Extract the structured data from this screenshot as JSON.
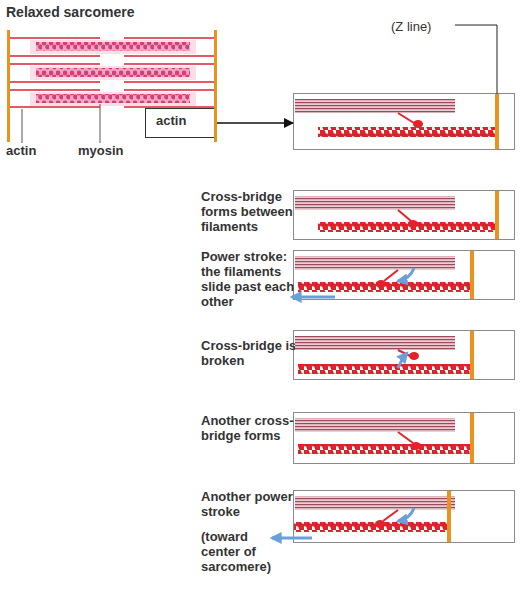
{
  "diagram": {
    "title": "Relaxed sarcomere",
    "nodes": [
      {
        "text": [
          "actin"
        ]
      },
      {
        "text": [
          "(Z line)"
        ]
      },
      {
        "text": [
          "Cross-bridge forms between filaments"
        ]
      },
      {
        "text": [
          "Power stroke: the filaments slide past each other"
        ]
      },
      {
        "text": [
          "Cross-bridge is broken"
        ]
      },
      {
        "text": [
          "Another cross-bridge forms"
        ]
      },
      {
        "text": [
          "Another power stroke",
          "(toward center of sarcomere)"
        ]
      }
    ],
    "edges": [
      {
        "from": 0,
        "to": 1,
        "arrow": "to"
      }
    ],
    "labels": [
      "actin",
      "myosin"
    ]
  }
}
